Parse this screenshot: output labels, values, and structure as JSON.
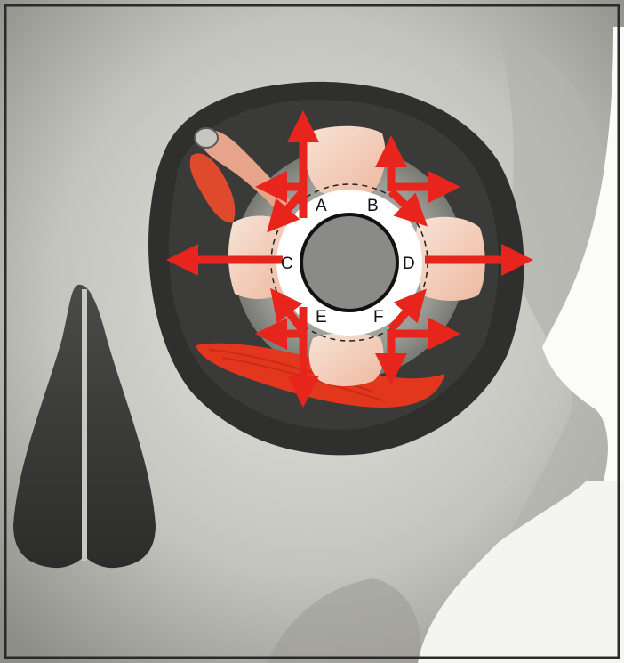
{
  "labels": {
    "a": "A",
    "b": "B",
    "c": "C",
    "d": "D",
    "e": "E",
    "f": "F"
  },
  "colors": {
    "frame_border": "#2a2a2a",
    "bone_light": "#d8d8d2",
    "bone_mid": "#a9a9a3",
    "orbit_dark": "#3a3a38",
    "muscle_red": "#e8331f",
    "muscle_pale": "#f3d6c4",
    "arrow_red": "#e8251c",
    "iris_ring": "#ffffff",
    "pupil": "#8a8a86"
  }
}
